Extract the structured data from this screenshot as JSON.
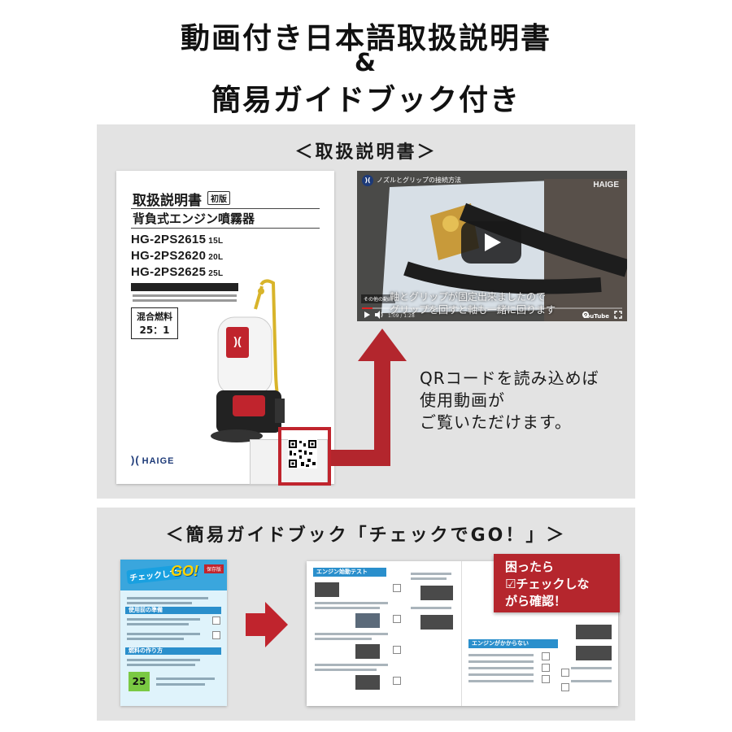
{
  "headline": {
    "line1": "動画付き日本語取扱説明書",
    "line2": "&",
    "line3": "簡易ガイドブック付き"
  },
  "manual_section": {
    "title": "＜取扱説明書＞",
    "manual": {
      "title": "取扱説明書",
      "badge": "初版",
      "subtitle": "背負式エンジン噴霧器",
      "models": [
        {
          "model": "HG-2PS2615",
          "capacity": "15L"
        },
        {
          "model": "HG-2PS2620",
          "capacity": "20L"
        },
        {
          "model": "HG-2PS2625",
          "capacity": "25L"
        }
      ],
      "fuel_label": "混合燃料",
      "fuel_ratio": "25：1",
      "brand": "HAIGE"
    },
    "video": {
      "title": "ノズルとグリップの接続方法",
      "brand": "HAIGE",
      "caption_line1": "軸とグリップが固定出来ましたので",
      "caption_line2": "グリップを回すと軸も一緒に回ります",
      "chip": "その他の動画",
      "time": "1:09 / 1:28",
      "platform": "YouTube",
      "progress": 0.04
    },
    "qr_note": [
      "QRコードを読み込めば",
      "使用動画が",
      "ご覧いただけます。"
    ]
  },
  "guide_section": {
    "title": "＜簡易ガイドブック「チェックでGO！」＞",
    "cover": {
      "title": "チェックして",
      "go": "GO!",
      "tag": "保存版",
      "sections": [
        "使用前の準備",
        "燃料の作り方"
      ],
      "ratio": "25"
    },
    "spread": {
      "heads": [
        "エンジン始動テスト",
        "エンジンがかからない"
      ]
    },
    "callout": [
      "困ったら",
      "☑チェックしな",
      "がら確認！"
    ]
  },
  "colors": {
    "accent_red": "#c0242d",
    "panel_gray": "#e3e3e3",
    "brand_blue": "#1d3a78",
    "guide_blue": "#2a8fcc"
  }
}
